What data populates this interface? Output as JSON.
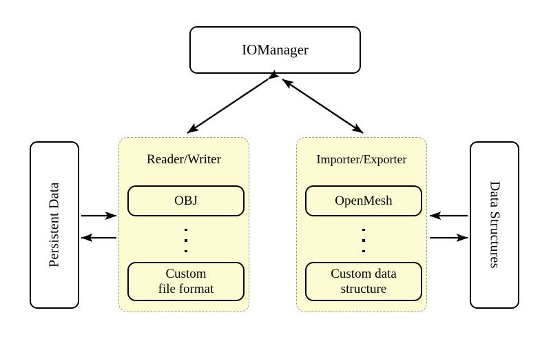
{
  "diagram": {
    "title_box": {
      "label": "IOManager"
    },
    "left_endpoint": {
      "label": "Persistent Data",
      "orientation": "rotated-up"
    },
    "right_endpoint": {
      "label": "Data Structures",
      "orientation": "rotated-down"
    },
    "panels": [
      {
        "id": "reader-writer",
        "title": "Reader/Writer",
        "items": [
          {
            "lines": [
              "OBJ"
            ]
          },
          {
            "lines": [
              "Custom",
              "file format"
            ]
          }
        ],
        "ellipsis": "⋮"
      },
      {
        "id": "importer-exporter",
        "title": "Importer/Exporter",
        "items": [
          {
            "lines": [
              "OpenMesh"
            ]
          },
          {
            "lines": [
              "Custom data",
              "structure"
            ]
          }
        ],
        "ellipsis": "⋮"
      }
    ],
    "connections": [
      {
        "name": "iomanager-to-reader-writer",
        "style": "double-headed-diagonal"
      },
      {
        "name": "iomanager-to-importer-exporter",
        "style": "double-headed-diagonal"
      },
      {
        "name": "persistent-data-to-reader-writer",
        "style": "single-headed-right"
      },
      {
        "name": "reader-writer-to-persistent-data",
        "style": "single-headed-left"
      },
      {
        "name": "data-structures-to-importer-exporter",
        "style": "single-headed-left"
      },
      {
        "name": "importer-exporter-to-data-structures",
        "style": "single-headed-right"
      }
    ],
    "colors": {
      "panel_fill": "#fcfbd2",
      "panel_border": "#9a9a8f",
      "stroke": "#000000",
      "background": "#ffffff"
    }
  }
}
